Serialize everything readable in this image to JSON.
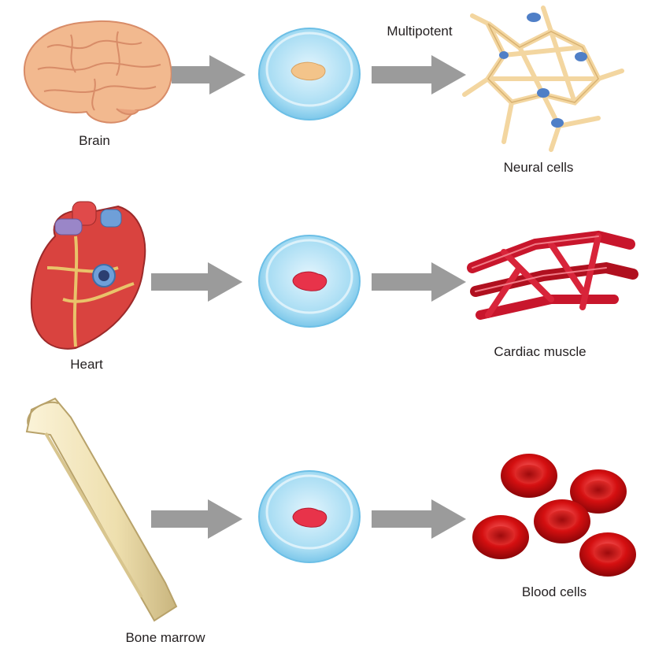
{
  "header": {
    "label": "Multipotent"
  },
  "rows": [
    {
      "source": "Brain",
      "result": "Neural cells",
      "tissue_color": "#f3c48a"
    },
    {
      "source": "Heart",
      "result": "Cardiac muscle",
      "tissue_color": "#e8334a"
    },
    {
      "source": "Bone marrow",
      "result": "Blood cells",
      "tissue_color": "#e8334a"
    }
  ],
  "colors": {
    "arrow": "#9b9b9b",
    "dish": "#8fd0ee",
    "brain": "#f2b98f",
    "heart": "#d9433f",
    "bone": "#f1e3b6",
    "neural": "#f3d6a0",
    "nucleus": "#4f7fc7",
    "muscle": "#c8162c",
    "blood": "#d40f10"
  }
}
